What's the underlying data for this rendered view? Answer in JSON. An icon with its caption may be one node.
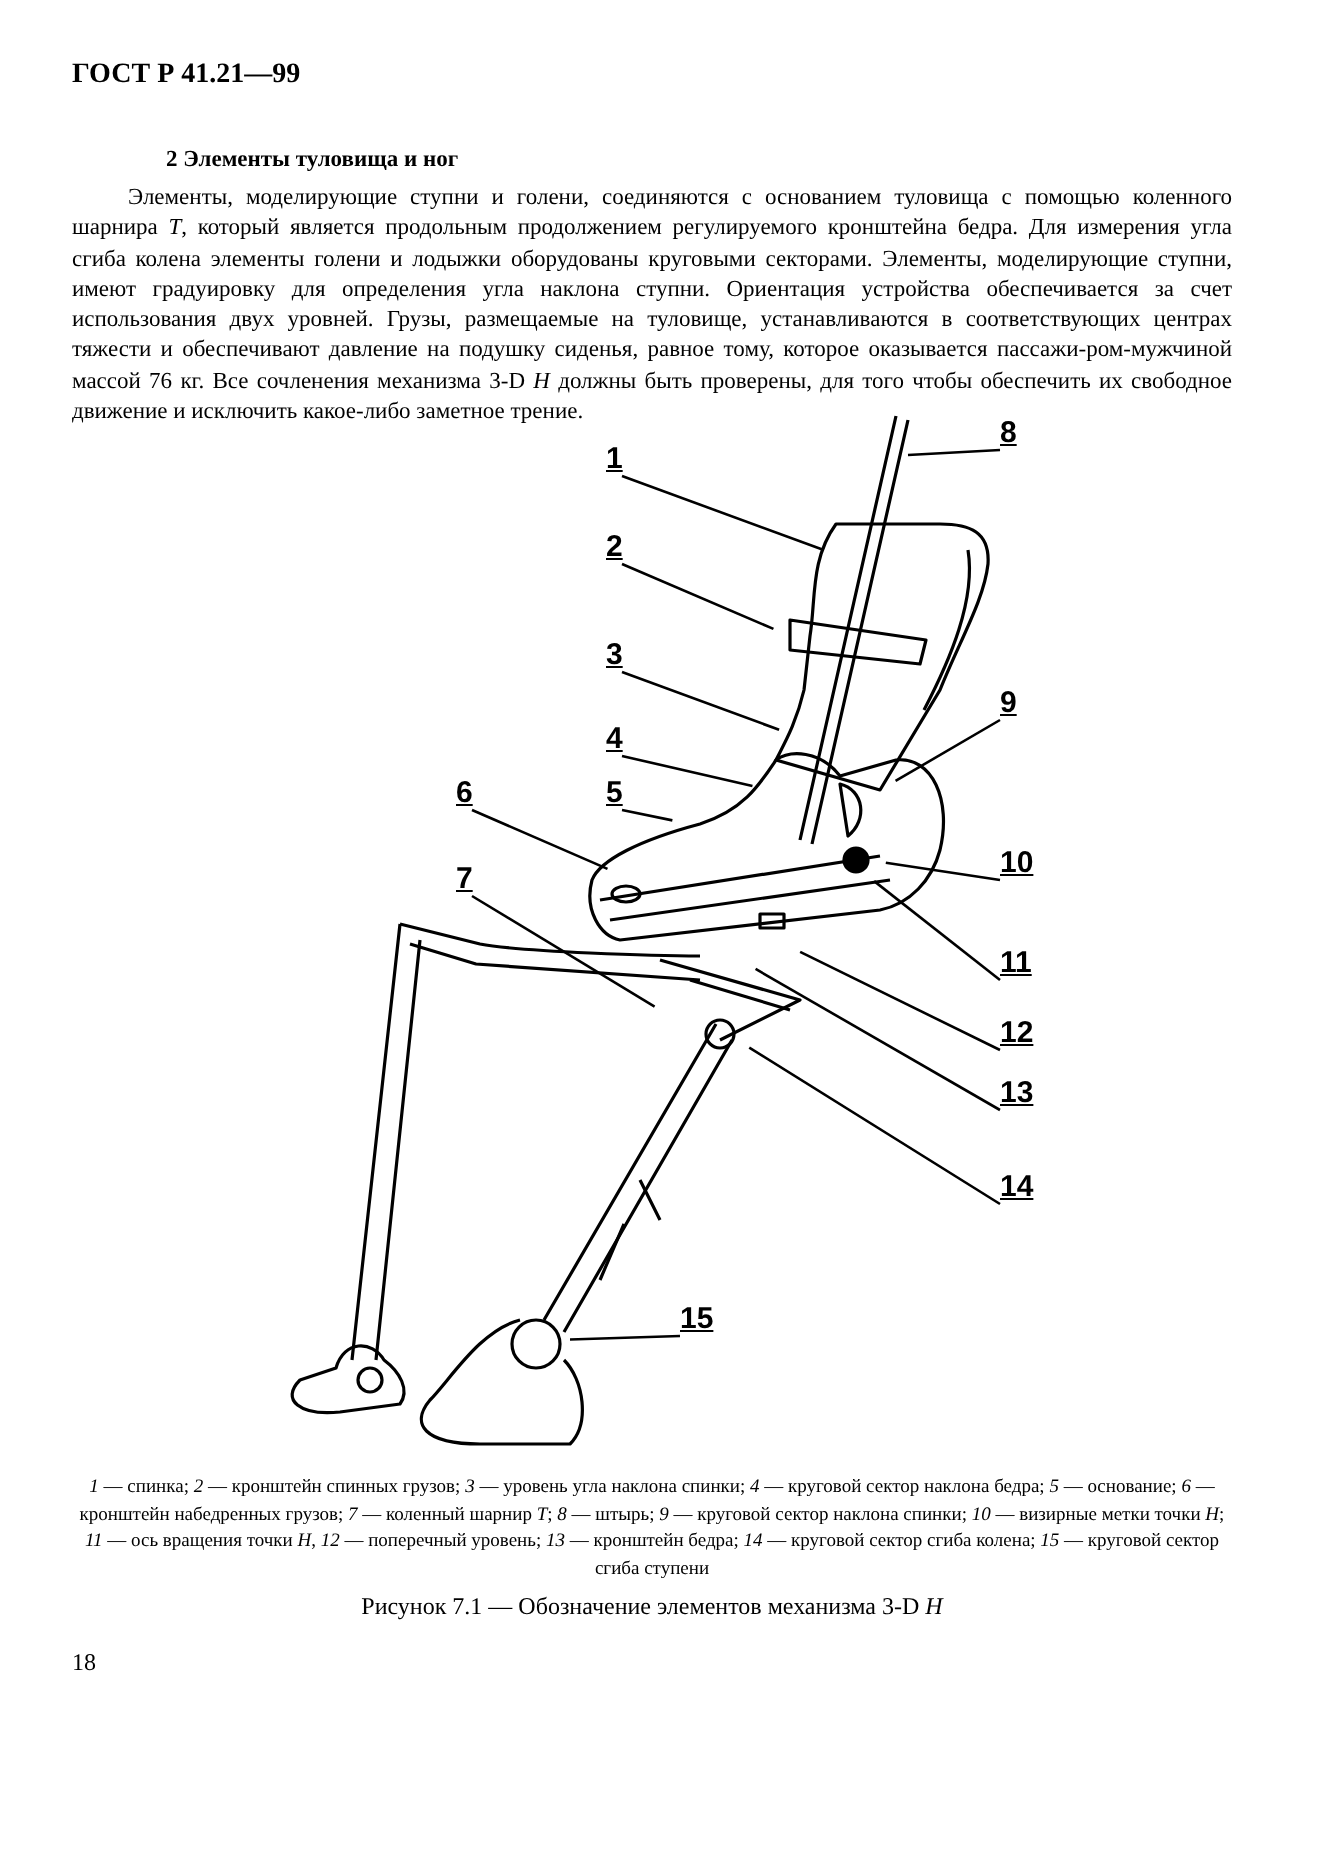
{
  "diagram": {
    "title": "2 Элементы туловища и ног",
    "caption": "Рисунок 7.1 — Обозначение элементов механизма 3-D *H*",
    "nodes": [
      {
        "text": [
          "1"
        ]
      },
      {
        "text": [
          "2"
        ]
      },
      {
        "text": [
          "3"
        ]
      },
      {
        "text": [
          "4"
        ]
      },
      {
        "text": [
          "5"
        ]
      },
      {
        "text": [
          "6"
        ]
      },
      {
        "text": [
          "7"
        ]
      },
      {
        "text": [
          "8"
        ]
      },
      {
        "text": [
          "9"
        ]
      },
      {
        "text": [
          "10"
        ]
      },
      {
        "text": [
          "11"
        ]
      },
      {
        "text": [
          "12"
        ]
      },
      {
        "text": [
          "13"
        ]
      },
      {
        "text": [
          "14"
        ]
      },
      {
        "text": [
          "15"
        ]
      }
    ],
    "edges": [
      {
        "from": 0,
        "to": null,
        "arrow": "none"
      },
      {
        "from": 1,
        "to": null,
        "arrow": "none"
      },
      {
        "from": 2,
        "to": null,
        "arrow": "none"
      },
      {
        "from": 3,
        "to": null,
        "arrow": "none"
      },
      {
        "from": 4,
        "to": null,
        "arrow": "none"
      },
      {
        "from": 5,
        "to": null,
        "arrow": "none"
      },
      {
        "from": 6,
        "to": null,
        "arrow": "none"
      },
      {
        "from": 7,
        "to": null,
        "arrow": "none"
      },
      {
        "from": 8,
        "to": null,
        "arrow": "none"
      },
      {
        "from": 9,
        "to": null,
        "arrow": "none"
      },
      {
        "from": 10,
        "to": null,
        "arrow": "none"
      },
      {
        "from": 11,
        "to": null,
        "arrow": "none"
      },
      {
        "from": 12,
        "to": null,
        "arrow": "none"
      },
      {
        "from": 13,
        "to": null,
        "arrow": "none"
      },
      {
        "from": 14,
        "to": null,
        "arrow": "none"
      }
    ],
    "labels": [
      "ГОСТ Р 41.21—99",
      "Элементы, моделирующие ступни и голени, соединяются с основанием туловища с помощью коленного шарнира *Т*, который является продольным продолжением регулируемого кронштейна бедра. Для измерения угла сгиба колена элементы голени и лодыжки оборудованы круговыми секторами. Элементы, моделирующие ступни, имеют градуировку для определения угла наклона ступни. Ориентация устройства обеспечивается за счет использования двух уровней. Грузы, размещаемые на туловище, устанавливаются в соответствующих центрах тяжести и обеспечивают давление на подушку сиденья, равное тому, которое оказывается пассажи-ром-мужчиной массой 76 кг. Все сочленения механизма 3-D *Н* должны быть проверены, для того чтобы обеспечить их свободное движение и исключить какое-либо заметное трение.",
      "*1* — спинка; *2* — кронштейн спинных грузов; *3* — уровень угла наклона спинки; *4* — круговой сектор наклона бедра; *5* — основание; *6* — кронштейн набедренных грузов; *7* — коленный шарнир *Т*; *8* — штырь; *9* — круговой сектор наклона спинки; *10* — визирные метки точки *Н*; *11* — ось вращения точки *Н*, *12* — поперечный уровень; *13* — кронштейн бедра; *14* — круговой сектор сгиба колена; *15* — круговой сектор сгиба ступени",
      "18"
    ]
  }
}
